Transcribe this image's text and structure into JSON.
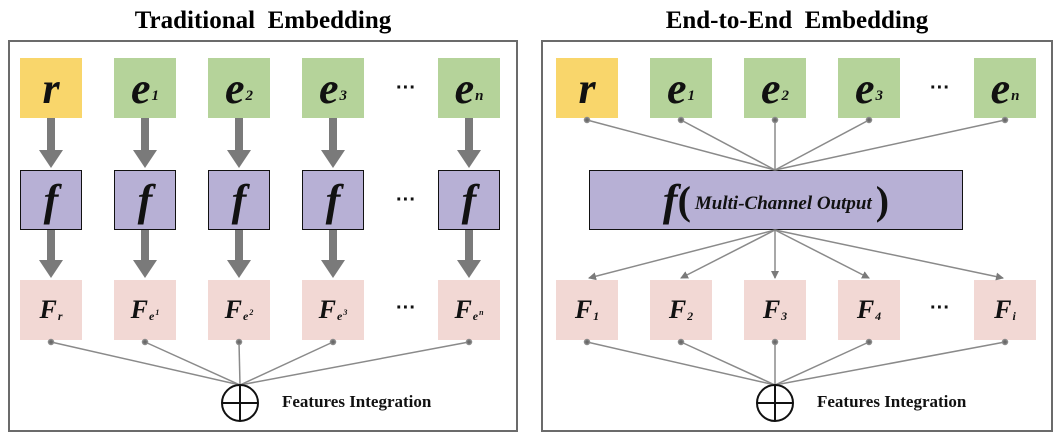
{
  "left": {
    "title": "Traditional  Embedding",
    "inputs": [
      {
        "main": "r",
        "sub": ""
      },
      {
        "main": "e",
        "sub": "1"
      },
      {
        "main": "e",
        "sub": "2"
      },
      {
        "main": "e",
        "sub": "3"
      },
      {
        "main": "e",
        "sub": "n"
      }
    ],
    "function_label": "f",
    "features": [
      {
        "main": "F",
        "sub": "r",
        "subsub": ""
      },
      {
        "main": "F",
        "sub": "e",
        "subsub": "1"
      },
      {
        "main": "F",
        "sub": "e",
        "subsub": "2"
      },
      {
        "main": "F",
        "sub": "e",
        "subsub": "3"
      },
      {
        "main": "F",
        "sub": "e",
        "subsub": "n"
      }
    ],
    "ellipsis": "···",
    "integration_label": "Features Integration"
  },
  "right": {
    "title": "End-to-End  Embedding",
    "inputs": [
      {
        "main": "r",
        "sub": ""
      },
      {
        "main": "e",
        "sub": "1"
      },
      {
        "main": "e",
        "sub": "2"
      },
      {
        "main": "e",
        "sub": "3"
      },
      {
        "main": "e",
        "sub": "n"
      }
    ],
    "function_label": "f",
    "function_open": "(",
    "function_text": "Multi-Channel Output",
    "function_close": ")",
    "features": [
      {
        "main": "F",
        "sub": "1"
      },
      {
        "main": "F",
        "sub": "2"
      },
      {
        "main": "F",
        "sub": "3"
      },
      {
        "main": "F",
        "sub": "4"
      },
      {
        "main": "F",
        "sub": "i"
      }
    ],
    "ellipsis": "···",
    "integration_label": "Features Integration"
  },
  "colors": {
    "input_r": "#f9d66b",
    "input_e": "#b5d39a",
    "function": "#b7b0d5",
    "feature": "#f2d8d4",
    "arrow": "#7a7a7a",
    "line": "#8a8a8a"
  }
}
